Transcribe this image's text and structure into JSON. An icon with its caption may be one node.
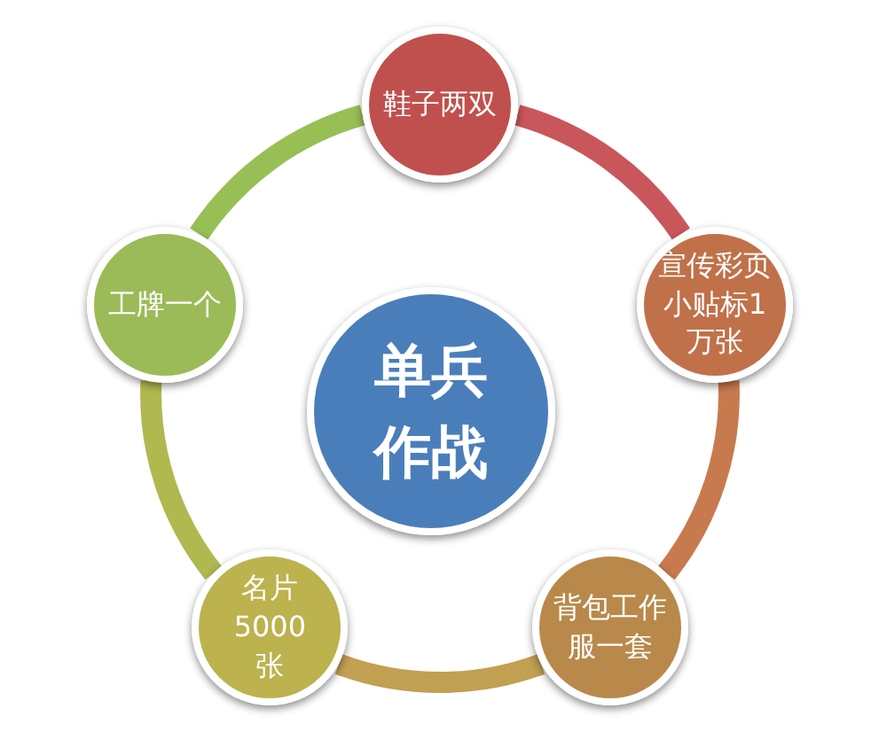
{
  "diagram": {
    "nodes": [
      {
        "text": [
          "单兵作战"
        ]
      },
      {
        "text": [
          "鞋子两双"
        ]
      },
      {
        "text": [
          "宣传彩页小贴标1万张"
        ]
      },
      {
        "text": [
          "背包工作服一套"
        ]
      },
      {
        "text": [
          "名片5000张"
        ]
      },
      {
        "text": [
          "工牌一个"
        ]
      }
    ],
    "edges": [
      {
        "from": 1,
        "to": 2,
        "arrow": "none",
        "color": "#c9565a"
      },
      {
        "from": 2,
        "to": 3,
        "arrow": "none",
        "color": "#c87a4f"
      },
      {
        "from": 3,
        "to": 4,
        "arrow": "none",
        "color": "#c2a052"
      },
      {
        "from": 4,
        "to": 5,
        "arrow": "none",
        "color": "#b0b850"
      },
      {
        "from": 5,
        "to": 1,
        "arrow": "none",
        "color": "#98bf55"
      }
    ]
  }
}
